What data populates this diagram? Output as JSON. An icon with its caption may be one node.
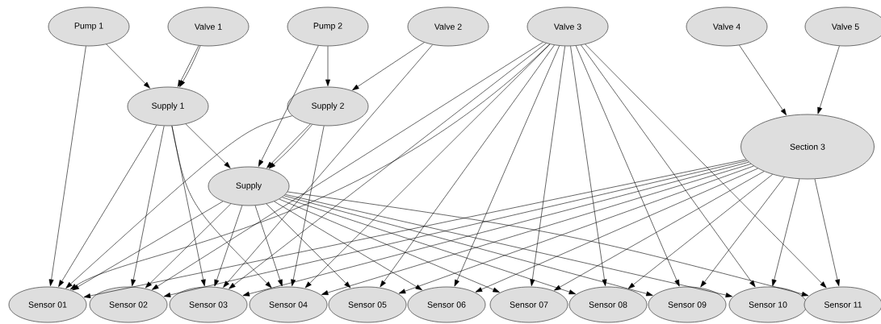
{
  "diagram": {
    "nodes": [
      {
        "text": [
          "Pump 1"
        ]
      },
      {
        "text": [
          "Valve 1"
        ]
      },
      {
        "text": [
          "Pump 2"
        ]
      },
      {
        "text": [
          "Valve 2"
        ]
      },
      {
        "text": [
          "Valve 3"
        ]
      },
      {
        "text": [
          "Valve 4"
        ]
      },
      {
        "text": [
          "Valve 5"
        ]
      },
      {
        "text": [
          "Supply 1"
        ]
      },
      {
        "text": [
          "Supply 2"
        ]
      },
      {
        "text": [
          "Section 3"
        ]
      },
      {
        "text": [
          "Supply"
        ]
      },
      {
        "text": [
          "Sensor 01"
        ]
      },
      {
        "text": [
          "Sensor 02"
        ]
      },
      {
        "text": [
          "Sensor 03"
        ]
      },
      {
        "text": [
          "Sensor 04"
        ]
      },
      {
        "text": [
          "Sensor 05"
        ]
      },
      {
        "text": [
          "Sensor 06"
        ]
      },
      {
        "text": [
          "Sensor 07"
        ]
      },
      {
        "text": [
          "Sensor 08"
        ]
      },
      {
        "text": [
          "Sensor 09"
        ]
      },
      {
        "text": [
          "Sensor 10"
        ]
      },
      {
        "text": [
          "Sensor 11"
        ]
      }
    ],
    "edges": [
      {
        "from": 0,
        "to": 7,
        "arrow": "to"
      },
      {
        "from": 0,
        "to": 11,
        "arrow": "to"
      },
      {
        "from": 1,
        "to": 7,
        "arrow": "to"
      },
      {
        "from": 1,
        "to": 7,
        "arrow": "to"
      },
      {
        "from": 2,
        "to": 8,
        "arrow": "to"
      },
      {
        "from": 2,
        "to": 10,
        "arrow": "to"
      },
      {
        "from": 3,
        "to": 8,
        "arrow": "to"
      },
      {
        "from": 3,
        "to": 13,
        "arrow": "to"
      },
      {
        "from": 5,
        "to": 9,
        "arrow": "to"
      },
      {
        "from": 6,
        "to": 9,
        "arrow": "to"
      },
      {
        "from": 7,
        "to": 10,
        "arrow": "to"
      },
      {
        "from": 7,
        "to": 11,
        "arrow": "to"
      },
      {
        "from": 7,
        "to": 12,
        "arrow": "to"
      },
      {
        "from": 7,
        "to": 13,
        "arrow": "to"
      },
      {
        "from": 7,
        "to": 14,
        "arrow": "to"
      },
      {
        "from": 8,
        "to": 10,
        "arrow": "to"
      },
      {
        "from": 8,
        "to": 10,
        "arrow": "to"
      },
      {
        "from": 8,
        "to": 11,
        "arrow": "to"
      },
      {
        "from": 8,
        "to": 14,
        "arrow": "to"
      },
      {
        "from": 10,
        "to": 11,
        "arrow": "to"
      },
      {
        "from": 10,
        "to": 12,
        "arrow": "to"
      },
      {
        "from": 10,
        "to": 13,
        "arrow": "to"
      },
      {
        "from": 10,
        "to": 14,
        "arrow": "to"
      },
      {
        "from": 10,
        "to": 15,
        "arrow": "to"
      },
      {
        "from": 10,
        "to": 16,
        "arrow": "to"
      },
      {
        "from": 10,
        "to": 17,
        "arrow": "to"
      },
      {
        "from": 10,
        "to": 18,
        "arrow": "to"
      },
      {
        "from": 10,
        "to": 19,
        "arrow": "to"
      },
      {
        "from": 10,
        "to": 20,
        "arrow": "to"
      },
      {
        "from": 10,
        "to": 21,
        "arrow": "to"
      },
      {
        "from": 4,
        "to": 11,
        "arrow": "to"
      },
      {
        "from": 4,
        "to": 12,
        "arrow": "to"
      },
      {
        "from": 4,
        "to": 13,
        "arrow": "to"
      },
      {
        "from": 4,
        "to": 14,
        "arrow": "to"
      },
      {
        "from": 4,
        "to": 15,
        "arrow": "to"
      },
      {
        "from": 4,
        "to": 16,
        "arrow": "to"
      },
      {
        "from": 4,
        "to": 17,
        "arrow": "to"
      },
      {
        "from": 4,
        "to": 18,
        "arrow": "to"
      },
      {
        "from": 4,
        "to": 19,
        "arrow": "to"
      },
      {
        "from": 4,
        "to": 20,
        "arrow": "to"
      },
      {
        "from": 4,
        "to": 21,
        "arrow": "to"
      },
      {
        "from": 9,
        "to": 11,
        "arrow": "to"
      },
      {
        "from": 9,
        "to": 12,
        "arrow": "to"
      },
      {
        "from": 9,
        "to": 13,
        "arrow": "to"
      },
      {
        "from": 9,
        "to": 14,
        "arrow": "to"
      },
      {
        "from": 9,
        "to": 15,
        "arrow": "to"
      },
      {
        "from": 9,
        "to": 16,
        "arrow": "to"
      },
      {
        "from": 9,
        "to": 17,
        "arrow": "to"
      },
      {
        "from": 9,
        "to": 18,
        "arrow": "to"
      },
      {
        "from": 9,
        "to": 19,
        "arrow": "to"
      },
      {
        "from": 9,
        "to": 20,
        "arrow": "to"
      },
      {
        "from": 9,
        "to": 21,
        "arrow": "to"
      }
    ]
  }
}
